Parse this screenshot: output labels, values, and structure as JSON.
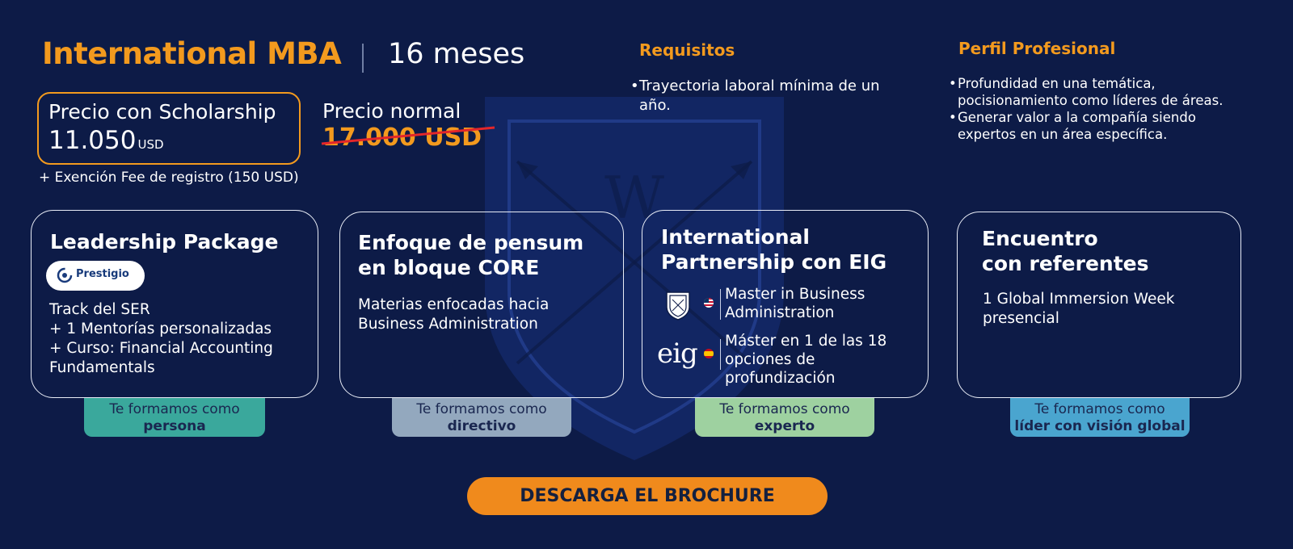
{
  "header": {
    "title": "International MBA",
    "duration": "16 meses"
  },
  "pricing": {
    "scholarship_label": "Precio con Scholarship",
    "scholarship_amount": "11.050",
    "scholarship_currency": "USD",
    "fee_note": "+ Exención Fee de registro (150 USD)",
    "normal_label": "Precio normal",
    "normal_price": "17.000 USD"
  },
  "requirements": {
    "title": "Requisitos",
    "items": [
      "Trayectoria laboral mínima de un año."
    ]
  },
  "profile": {
    "title": "Perfil Profesional",
    "items": [
      "Profundidad en una temática, pocisionamiento como líderes de áreas.",
      "Generar valor a la compañía siendo expertos en un área específica."
    ]
  },
  "cards": [
    {
      "title": "Leadership Package",
      "badge": "Prestigio",
      "lines": [
        "Track del SER",
        "+ 1 Mentorías personalizadas",
        "+ Curso: Financial Accounting Fundamentals"
      ],
      "tab_text": "Te formamos como",
      "tab_bold": "persona",
      "tab_color": "#3aa89c"
    },
    {
      "title_line1": "Enfoque de pensum",
      "title_line2": "en bloque CORE",
      "text": "Materias enfocadas hacia Business Administration",
      "tab_text": "Te formamos como",
      "tab_bold": "directivo",
      "tab_color": "#93a8be"
    },
    {
      "title_line1": "International",
      "title_line2": "Partnership con EIG",
      "logo_text": "eig",
      "item1": "Master in Business Administration",
      "item2": "Máster en 1 de las 18 opciones de profundización",
      "tab_text": "Te formamos como",
      "tab_bold": "experto",
      "tab_color": "#9ed1a0"
    },
    {
      "title_line1": "Encuentro",
      "title_line2": "con referentes",
      "text": "1 Global Immersion Week presencial",
      "tab_text": "Te formamos como",
      "tab_bold": "líder con visión global",
      "tab_color": "#4aa5cf"
    }
  ],
  "cta": {
    "label": "DESCARGA EL BROCHURE"
  },
  "icons": {
    "crest": "crest-watermark-icon",
    "prestigio": "prestigio-logo-icon",
    "shield": "shield-logo-icon",
    "flag_us": "us-flag-icon",
    "flag_es": "spain-flag-icon"
  },
  "colors": {
    "background": "#0d1b47",
    "accent": "#f39a1e",
    "cta": "#f08a1c"
  }
}
